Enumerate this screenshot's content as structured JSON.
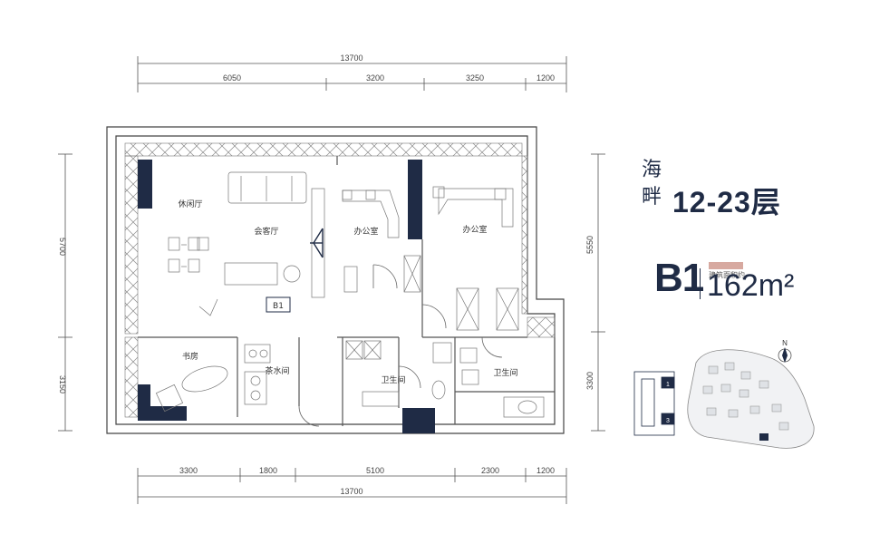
{
  "title": {
    "project": "海畔",
    "floors": "12-23层"
  },
  "unit": {
    "code": "B1",
    "area": "162m²",
    "area_label": "建筑面积约"
  },
  "dimensions": {
    "top_total": "13700",
    "top_segments": [
      "6050",
      "3200",
      "3250",
      "1200"
    ],
    "bottom_total": "13700",
    "bottom_segments": [
      "3300",
      "1800",
      "5100",
      "2300",
      "1200"
    ],
    "left": [
      "5700",
      "3150"
    ],
    "right": [
      "5550",
      "3300"
    ]
  },
  "rooms": {
    "leisure_hall": "休闲厅",
    "reception_hall": "会客厅",
    "office_1": "办公室",
    "office_2": "办公室",
    "study": "书房",
    "tea_room": "茶水间",
    "bathroom": "卫生间",
    "bathroom_2": "卫生间",
    "unit_tag": "B1"
  },
  "minimap": {
    "north": "N",
    "floor_tabs": [
      "1",
      "3"
    ]
  },
  "colors": {
    "ink": "#1f2b45",
    "wall": "#1f2b45",
    "line": "#555555",
    "hatch": "#8a8a8a"
  }
}
